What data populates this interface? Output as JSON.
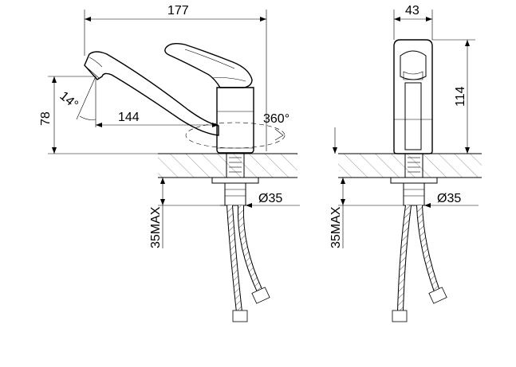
{
  "dimensions": {
    "width_total": "177",
    "height_total": "78",
    "spout_reach": "144",
    "swivel": "360°",
    "spout_angle": "14°",
    "side_depth": "43",
    "side_height": "114",
    "thread_diameter_front": "Ø35",
    "thread_diameter_side": "Ø35",
    "mounting_max_front": "35MAX",
    "mounting_max_side": "35MAX"
  }
}
